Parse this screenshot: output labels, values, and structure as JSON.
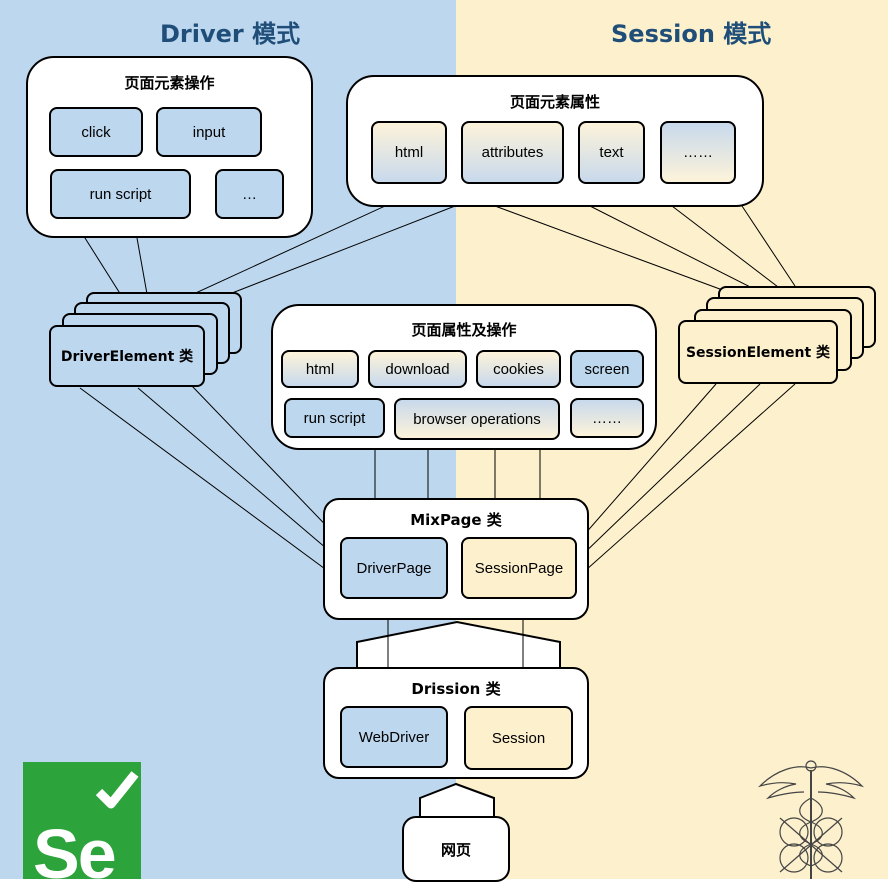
{
  "modes": {
    "driver_title": "Driver 模式",
    "session_title": "Session 模式"
  },
  "element_ops": {
    "title": "页面元素操作",
    "items": [
      "click",
      "input",
      "run script",
      "…"
    ]
  },
  "element_attrs": {
    "title": "页面元素属性",
    "items": [
      "html",
      "attributes",
      "text",
      "……"
    ]
  },
  "driver_element": {
    "label": "DriverElement 类"
  },
  "session_element": {
    "label": "SessionElement 类"
  },
  "page_ops": {
    "title": "页面属性及操作",
    "row1": [
      "html",
      "download",
      "cookies",
      "screen"
    ],
    "row2": [
      "run script",
      "browser operations",
      "……"
    ]
  },
  "mixpage": {
    "title": "MixPage 类",
    "driver_page": "DriverPage",
    "session_page": "SessionPage"
  },
  "drission": {
    "title": "Drission 类",
    "webdriver": "WebDriver",
    "session": "Session"
  },
  "webpage": {
    "label": "网页"
  },
  "logos": {
    "selenium_text": "Se",
    "selenium_icon": "check-icon",
    "right_icon": "caduceus-icon"
  },
  "colors": {
    "driver_bg": "#bdd7ee",
    "session_bg": "#fdf0cd",
    "title_color": "#1f4e79",
    "selenium_green": "#2da33b"
  }
}
